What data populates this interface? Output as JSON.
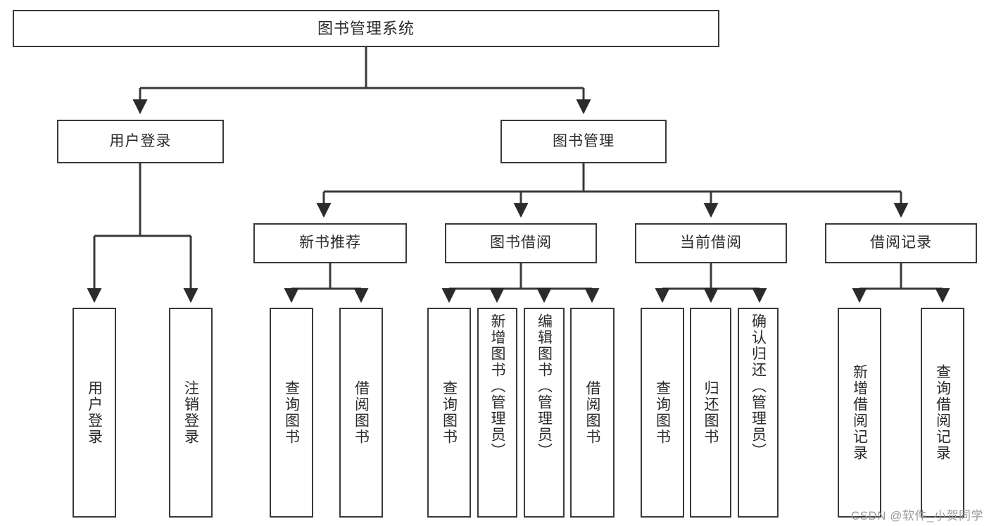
{
  "diagram": {
    "title": "图书管理系统",
    "style": {
      "line_color": "#3a3a3a",
      "box_border": "#3a3a3a",
      "box_fill": "#ffffff",
      "text_color": "#2b2b2b",
      "background": "#ffffff"
    },
    "root": {
      "label": "图书管理系统"
    },
    "level2": [
      {
        "label": "用户登录"
      },
      {
        "label": "图书管理"
      }
    ],
    "level3": [
      {
        "label": "新书推荐"
      },
      {
        "label": "图书借阅"
      },
      {
        "label": "当前借阅"
      },
      {
        "label": "借阅记录"
      }
    ],
    "leaves": {
      "user_login": [
        {
          "label": "用户登录"
        },
        {
          "label": "注销登录"
        }
      ],
      "new_book": [
        {
          "label": "查询图书"
        },
        {
          "label": "借阅图书"
        }
      ],
      "borrow_book": [
        {
          "label": "查询图书"
        },
        {
          "label": "新增图书（管理员）"
        },
        {
          "label": "编辑图书（管理员）"
        },
        {
          "label": "借阅图书"
        }
      ],
      "current_borrow": [
        {
          "label": "查询图书"
        },
        {
          "label": "归还图书"
        },
        {
          "label": "确认归还（管理员）"
        }
      ],
      "borrow_record": [
        {
          "label": "新增借阅记录"
        },
        {
          "label": "查询借阅记录"
        }
      ]
    }
  },
  "watermark": {
    "text": "CSDN @软件_小贺同学"
  }
}
